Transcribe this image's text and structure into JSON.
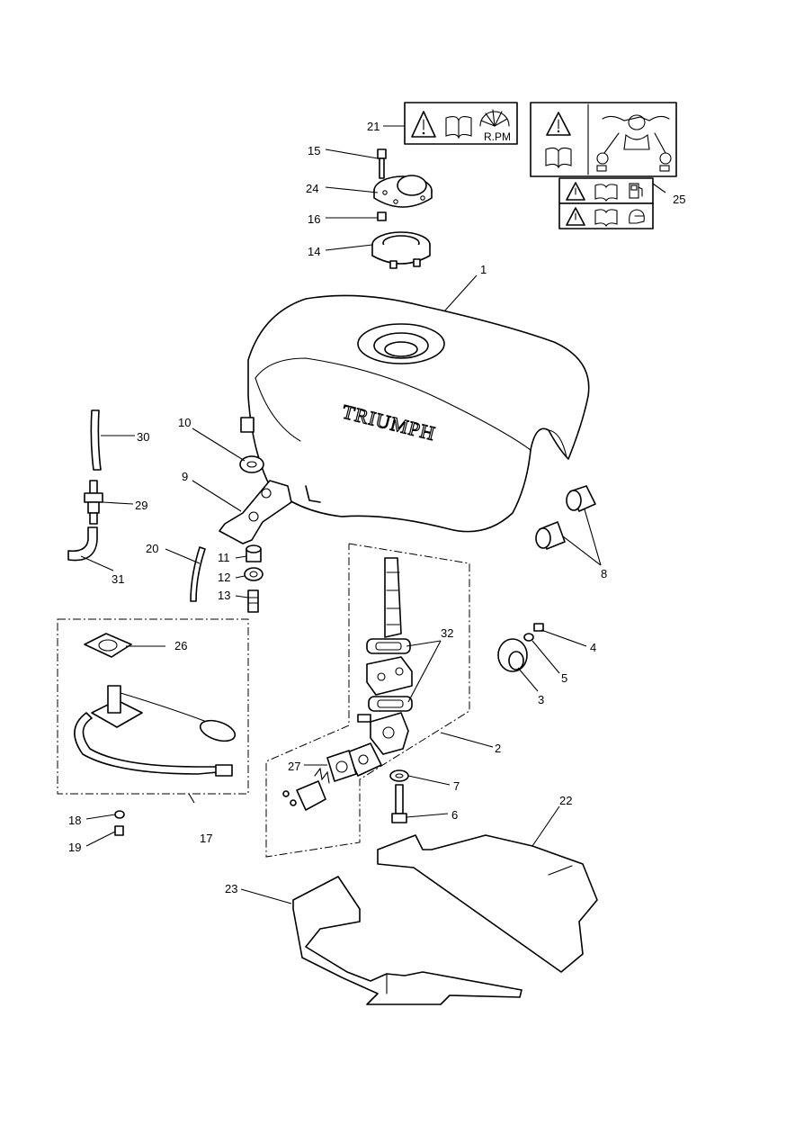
{
  "diagram": {
    "brand_mark": "TRIUMPH",
    "rpm_label": "R.PM",
    "callouts": [
      {
        "id": "c1",
        "label": "1"
      },
      {
        "id": "c2",
        "label": "2"
      },
      {
        "id": "c3",
        "label": "3"
      },
      {
        "id": "c4",
        "label": "4"
      },
      {
        "id": "c5",
        "label": "5"
      },
      {
        "id": "c6",
        "label": "6"
      },
      {
        "id": "c7",
        "label": "7"
      },
      {
        "id": "c8",
        "label": "8"
      },
      {
        "id": "c9",
        "label": "9"
      },
      {
        "id": "c10",
        "label": "10"
      },
      {
        "id": "c11",
        "label": "11"
      },
      {
        "id": "c12",
        "label": "12"
      },
      {
        "id": "c13",
        "label": "13"
      },
      {
        "id": "c14",
        "label": "14"
      },
      {
        "id": "c15",
        "label": "15"
      },
      {
        "id": "c16",
        "label": "16"
      },
      {
        "id": "c17",
        "label": "17"
      },
      {
        "id": "c18",
        "label": "18"
      },
      {
        "id": "c19",
        "label": "19"
      },
      {
        "id": "c20",
        "label": "20"
      },
      {
        "id": "c21",
        "label": "21"
      },
      {
        "id": "c22",
        "label": "22"
      },
      {
        "id": "c23",
        "label": "23"
      },
      {
        "id": "c24",
        "label": "24"
      },
      {
        "id": "c25",
        "label": "25"
      },
      {
        "id": "c26",
        "label": "26"
      },
      {
        "id": "c27",
        "label": "27"
      },
      {
        "id": "c29",
        "label": "29"
      },
      {
        "id": "c30",
        "label": "30"
      },
      {
        "id": "c31",
        "label": "31"
      },
      {
        "id": "c32",
        "label": "32"
      }
    ]
  }
}
